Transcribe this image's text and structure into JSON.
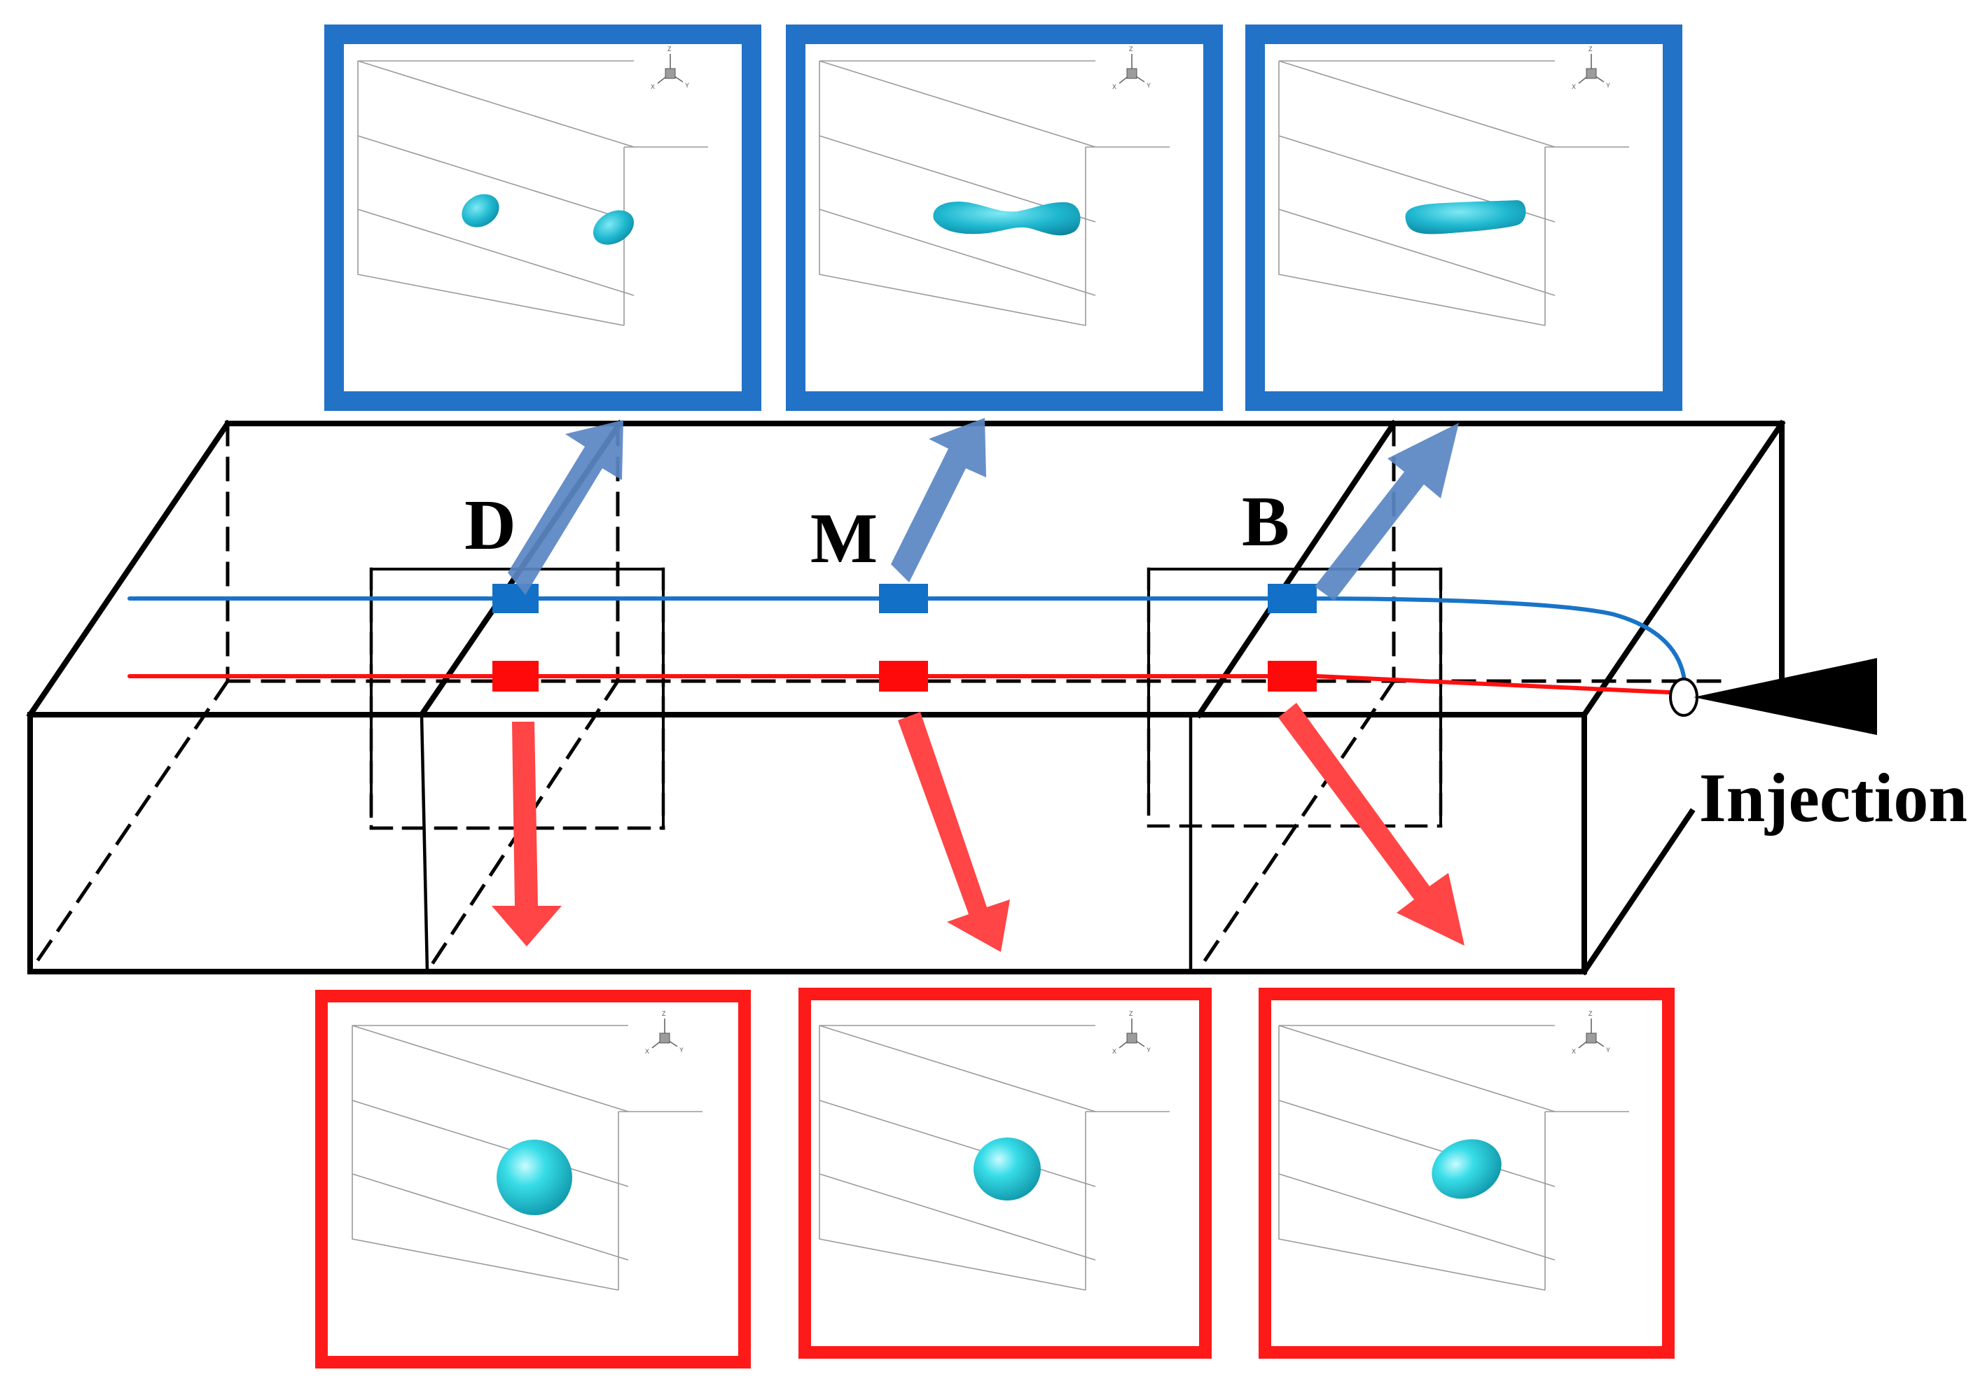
{
  "labels": {
    "d": "D",
    "m": "M",
    "b": "B",
    "injection": "Injection"
  },
  "axis_triad": {
    "z": "Z",
    "y": "Y",
    "x": "X"
  },
  "colors": {
    "blue_trajectory": "#1874c8",
    "red_trajectory": "#ff1010",
    "blue_frame": "#2272c8",
    "red_frame": "#ff1a1a",
    "blue_arrow": "#5a86c4",
    "red_arrow": "#ff4545",
    "droplet": "#20c8d8",
    "channel_outline": "#000000"
  },
  "snapshots": {
    "top": [
      {
        "position": "D",
        "shape": "two-droplets"
      },
      {
        "position": "M",
        "shape": "peanut"
      },
      {
        "position": "B",
        "shape": "elongated-slug"
      }
    ],
    "bottom": [
      {
        "position": "D",
        "shape": "sphere"
      },
      {
        "position": "M",
        "shape": "sphere"
      },
      {
        "position": "B",
        "shape": "ellipsoid"
      }
    ]
  }
}
